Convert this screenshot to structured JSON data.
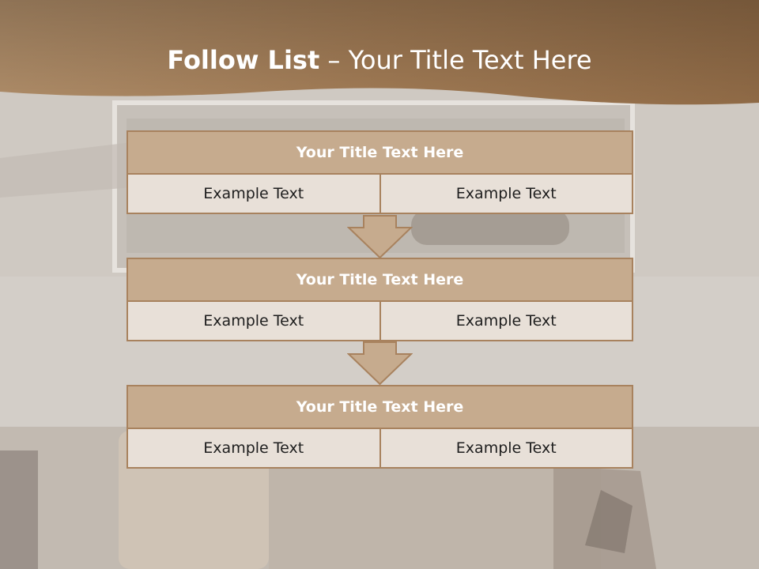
{
  "slide": {
    "title_bold": "Follow List",
    "title_rest": "– Your Title Text Here"
  },
  "blocks": [
    {
      "title": "Your Title Text Here",
      "left": "Example Text",
      "right": "Example Text"
    },
    {
      "title": "Your Title Text Here",
      "left": "Example Text",
      "right": "Example Text"
    },
    {
      "title": "Your Title Text Here",
      "left": "Example Text",
      "right": "Example Text"
    }
  ],
  "colors": {
    "banner": "#9a7650",
    "header_fill": "#c6ab8e",
    "border": "#a8825e",
    "cell_fill": "#e8e0d8",
    "arrow_fill": "#c6ab8e"
  }
}
